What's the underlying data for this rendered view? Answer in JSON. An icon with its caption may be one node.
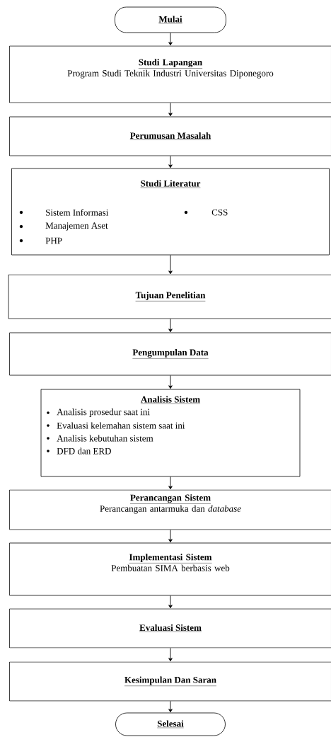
{
  "diagram": {
    "nodes": [
      {
        "text": [
          "Mulai"
        ]
      },
      {
        "text": [
          "Studi Lapangan",
          "Program Studi Teknik Industri Universitas Diponegoro"
        ]
      },
      {
        "text": [
          "Perumusan Masalah"
        ]
      },
      {
        "text": [
          "Studi Literatur",
          "Sistem Informasi",
          "Manajemen Aset",
          "PHP",
          "CSS"
        ]
      },
      {
        "text": [
          "Tujuan Penelitian"
        ]
      },
      {
        "text": [
          "Pengumpulan Data"
        ]
      },
      {
        "text": [
          "Analisis Sistem",
          "Analisis prosedur saat ini",
          "Evaluasi kelemahan sistem saat ini",
          "Analisis kebutuhan sistem",
          "DFD dan ERD"
        ]
      },
      {
        "text": [
          "Perancangan Sistem",
          "Perancangan antarmuka dan *database*"
        ]
      },
      {
        "text": [
          "Implementasi Sistem",
          "Pembuatan SIMA berbasis web"
        ]
      },
      {
        "text": [
          "Evaluasi Sistem"
        ]
      },
      {
        "text": [
          "Kesimpulan Dan Saran"
        ]
      },
      {
        "text": [
          "Selesai"
        ]
      }
    ],
    "edges": [
      {
        "from": 0,
        "to": 1,
        "arrow": "to"
      },
      {
        "from": 1,
        "to": 2,
        "arrow": "to"
      },
      {
        "from": 2,
        "to": 3,
        "arrow": "to"
      },
      {
        "from": 3,
        "to": 4,
        "arrow": "to"
      },
      {
        "from": 4,
        "to": 5,
        "arrow": "to"
      },
      {
        "from": 5,
        "to": 6,
        "arrow": "to"
      },
      {
        "from": 6,
        "to": 7,
        "arrow": "to"
      },
      {
        "from": 7,
        "to": 8,
        "arrow": "to"
      },
      {
        "from": 8,
        "to": 9,
        "arrow": "to"
      },
      {
        "from": 9,
        "to": 10,
        "arrow": "to"
      },
      {
        "from": 10,
        "to": 11,
        "arrow": "to"
      }
    ]
  }
}
